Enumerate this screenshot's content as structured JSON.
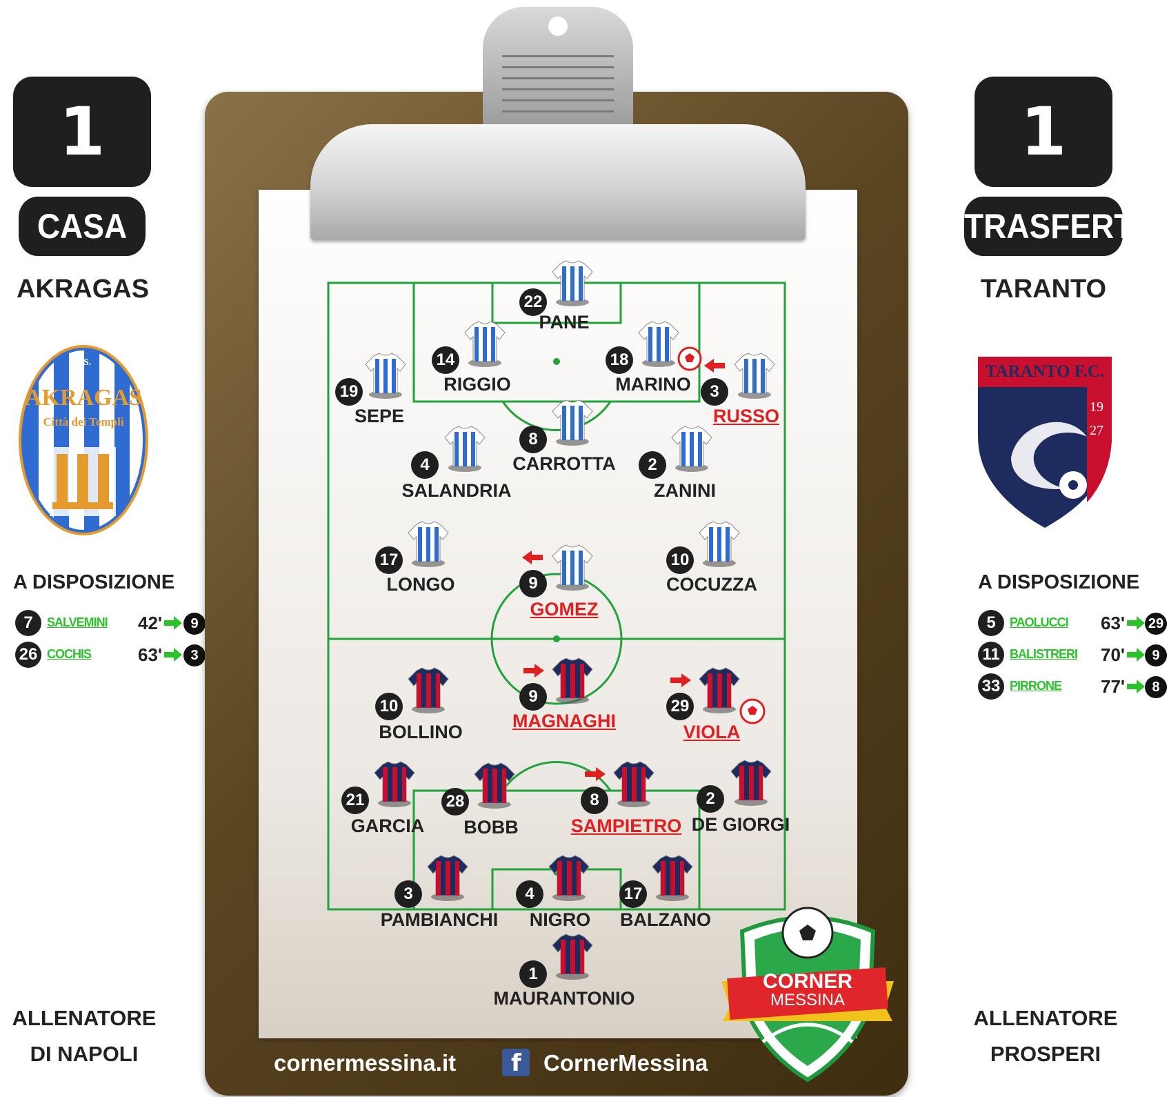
{
  "home": {
    "score": "1",
    "label": "CASA",
    "team": "AKRAGAS",
    "logo_text": [
      "S.S.",
      "AKRAGAS",
      "Città dei Templi"
    ],
    "bench_title": "A DISPOSIZIONE",
    "bench": [
      {
        "num": "7",
        "name": "SALVEMINI",
        "minute": "42'",
        "replaced": "9"
      },
      {
        "num": "26",
        "name": "COCHIS",
        "minute": "63'",
        "replaced": "3"
      }
    ],
    "coach_label": "ALLENATORE",
    "coach": "DI NAPOLI",
    "colors": {
      "primary": "#2f6bd0",
      "secondary": "#ffffff"
    }
  },
  "away": {
    "score": "1",
    "label": "TRASFERTA",
    "team": "TARANTO",
    "logo_text": [
      "TARANTO F.C.",
      "1927"
    ],
    "bench_title": "A DISPOSIZIONE",
    "bench": [
      {
        "num": "5",
        "name": "PAOLUCCI",
        "minute": "63'",
        "replaced": "29"
      },
      {
        "num": "11",
        "name": "BALISTRERI",
        "minute": "70'",
        "replaced": "9"
      },
      {
        "num": "33",
        "name": "PIRRONE",
        "minute": "77'",
        "replaced": "8"
      }
    ],
    "coach_label": "ALLENATORE",
    "coach": "PROSPERI",
    "colors": {
      "primary": "#c8102e",
      "secondary": "#1d2b5e"
    }
  },
  "home_players": [
    {
      "num": "22",
      "name": "PANE",
      "highlight": false
    },
    {
      "num": "14",
      "name": "RIGGIO",
      "highlight": false
    },
    {
      "num": "18",
      "name": "MARINO",
      "highlight": false,
      "icon": "goal-ball-icon"
    },
    {
      "num": "19",
      "name": "SEPE",
      "highlight": false
    },
    {
      "num": "3",
      "name": "RUSSO",
      "highlight": true,
      "icon": "sub-out-arrow-icon"
    },
    {
      "num": "8",
      "name": "CARROTTA",
      "highlight": false
    },
    {
      "num": "4",
      "name": "SALANDRIA",
      "highlight": false
    },
    {
      "num": "2",
      "name": "ZANINI",
      "highlight": false
    },
    {
      "num": "17",
      "name": "LONGO",
      "highlight": false
    },
    {
      "num": "9",
      "name": "GOMEZ",
      "highlight": true,
      "icon": "sub-out-arrow-icon"
    },
    {
      "num": "10",
      "name": "COCUZZA",
      "highlight": false
    }
  ],
  "away_players": [
    {
      "num": "9",
      "name": "MAGNAGHI",
      "highlight": true,
      "icon": "sub-out-arrow-icon"
    },
    {
      "num": "10",
      "name": "BOLLINO",
      "highlight": false
    },
    {
      "num": "29",
      "name": "VIOLA",
      "highlight": true,
      "icon": "sub-out-arrow-icon"
    },
    {
      "num": "21",
      "name": "GARCIA",
      "highlight": false
    },
    {
      "num": "28",
      "name": "BOBB",
      "highlight": false
    },
    {
      "num": "8",
      "name": "SAMPIETRO",
      "highlight": true,
      "icon": "sub-out-arrow-icon"
    },
    {
      "num": "2",
      "name": "DE GIORGI",
      "highlight": false
    },
    {
      "num": "3",
      "name": "PAMBIANCHI",
      "highlight": false
    },
    {
      "num": "4",
      "name": "NIGRO",
      "highlight": false
    },
    {
      "num": "17",
      "name": "BALZANO",
      "highlight": false
    },
    {
      "num": "1",
      "name": "MAURANTONIO",
      "highlight": false
    }
  ],
  "brand": {
    "line1": "CORNER",
    "line2": "MESSINA",
    "website": "cornermessina.it",
    "facebook_icon": "facebook-icon",
    "facebook": "CornerMessina"
  }
}
